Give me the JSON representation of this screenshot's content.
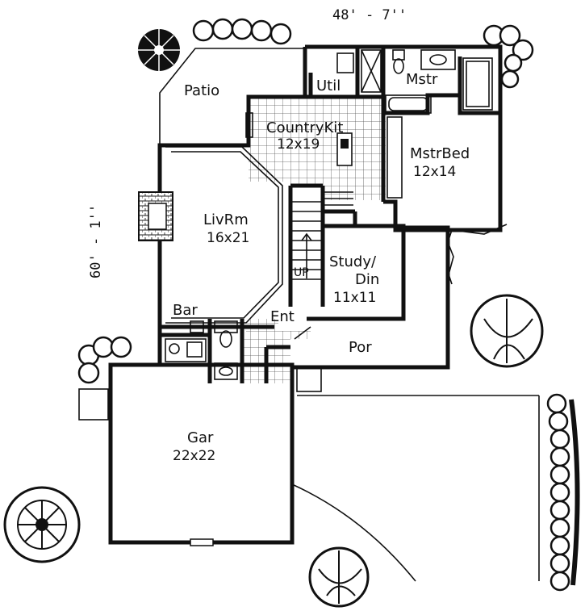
{
  "dimensions": {
    "width": "48' - 7''",
    "depth": "60' - 1''"
  },
  "rooms": {
    "patio": "Patio",
    "util": "Util",
    "master_bath": "Mstr",
    "kitchen_name": "CountryKit",
    "kitchen_size": "12x19",
    "master_bed_name": "MstrBed",
    "master_bed_size": "12x14",
    "living_name": "LivRm",
    "living_size": "16x21",
    "stairs_up": "UP",
    "study_name_1": "Study/",
    "study_name_2": "Din",
    "study_size": "11x11",
    "bar": "Bar",
    "entry": "Ent",
    "porch": "Por",
    "garage_name": "Gar",
    "garage_size": "22x22"
  },
  "colors": {
    "ink": "#111111",
    "paper": "#ffffff"
  }
}
